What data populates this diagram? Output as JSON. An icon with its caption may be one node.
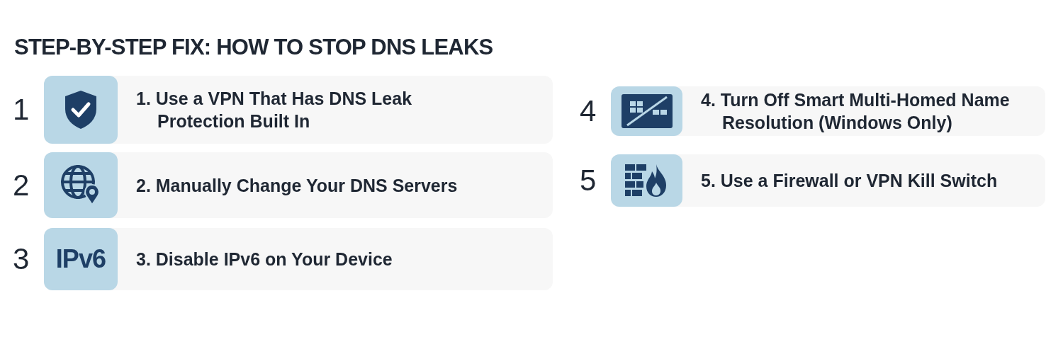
{
  "diagram": {
    "title": "STEP-BY-STEP FIX: HOW TO STOP DNS LEAKS",
    "nodes": [
      {
        "text": [
          "1. Use a VPN That Has DNS Leak Protection Built In"
        ],
        "beside": [
          "1"
        ]
      },
      {
        "text": [
          "2. Manually Change Your DNS Servers"
        ],
        "beside": [
          "2"
        ]
      },
      {
        "text": [
          "3. Disable IPv6 on Your Device"
        ],
        "beside": [
          "3"
        ]
      },
      {
        "text": [
          "4. Turn Off Smart Multi-Homed Name Resolution (Windows Only)"
        ],
        "beside": [
          "4"
        ]
      },
      {
        "text": [
          "5. Use a Firewall or VPN Kill Switch"
        ],
        "beside": [
          "5"
        ]
      }
    ],
    "labels": [
      "IPv6"
    ]
  }
}
